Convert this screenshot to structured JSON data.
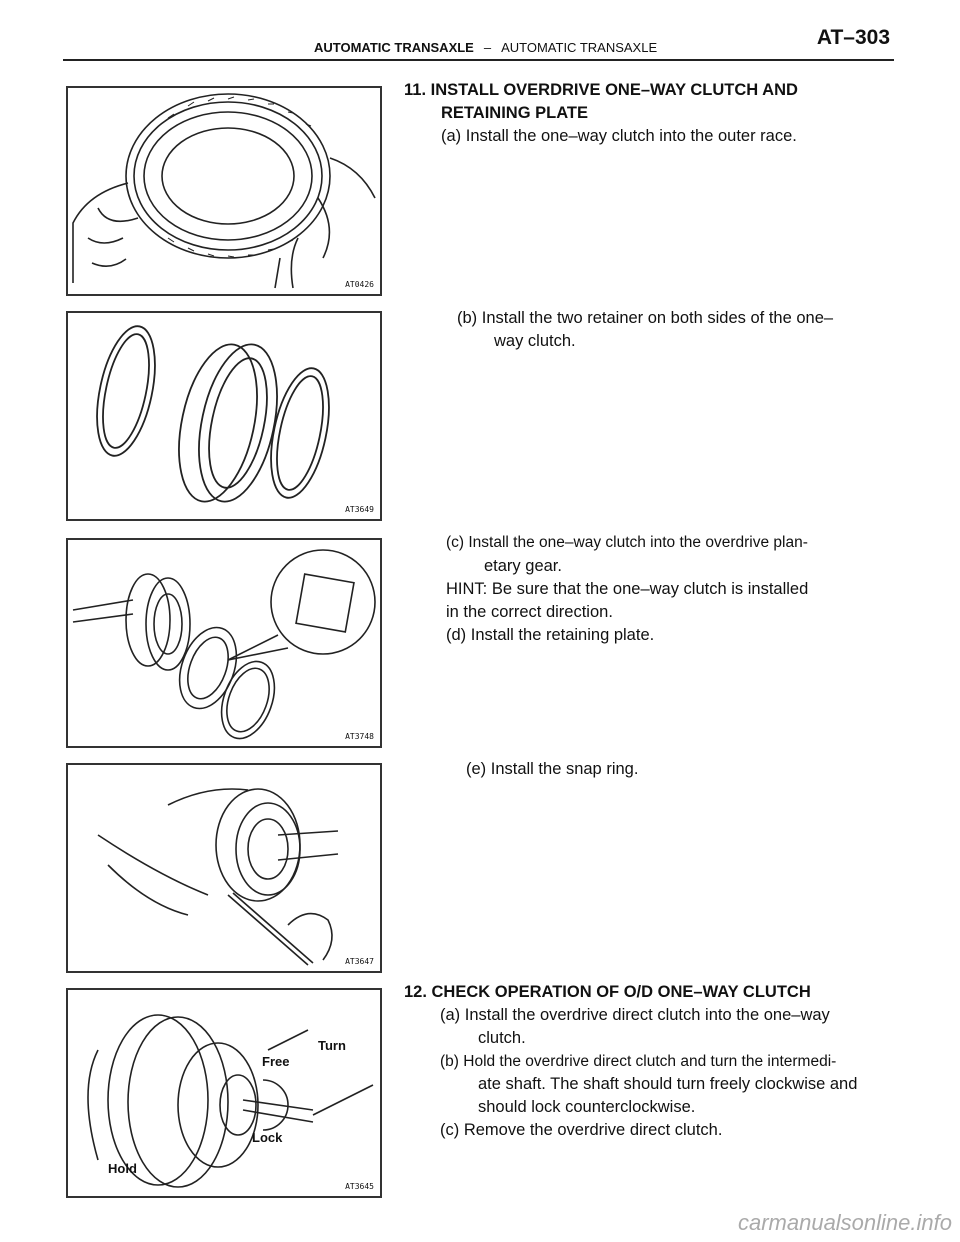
{
  "header": {
    "section": "AUTOMATIC TRANSAXLE",
    "separator": "–",
    "subsection": "AUTOMATIC TRANSAXLE",
    "page": "AT–303"
  },
  "figures": [
    {
      "code": "AT0426"
    },
    {
      "code": "AT3649"
    },
    {
      "code": "AT3748"
    },
    {
      "code": "AT3647"
    },
    {
      "code": "AT3645",
      "labels": {
        "turn": "Turn",
        "free": "Free",
        "lock": "Lock",
        "hold": "Hold"
      }
    }
  ],
  "step11": {
    "title_line1": "11. INSTALL OVERDRIVE ONE–WAY CLUTCH AND",
    "title_line2": "RETAINING PLATE",
    "a": "(a) Install the one–way clutch into the outer race.",
    "b_line1": "(b) Install the two retainer on both sides of the one–",
    "b_line2": "way clutch.",
    "c_line1": "(c) Install the one–way clutch into the overdrive plan-",
    "c_line2": "etary gear.",
    "hint_line1": "HINT: Be sure that the one–way clutch is installed",
    "hint_line2": "in the correct direction.",
    "d": "(d) Install the retaining plate.",
    "e": "(e) Install the snap ring."
  },
  "step12": {
    "title": "12. CHECK OPERATION OF O/D ONE–WAY CLUTCH",
    "a_line1": "(a)  Install  the  overdrive  direct  clutch  into  the  one–way",
    "a_line2": "clutch.",
    "b_line1": "(b) Hold the overdrive direct clutch and turn the intermedi-",
    "b_line2": "ate shaft. The shaft should turn freely clockwise and",
    "b_line3": "should lock counterclockwise.",
    "c": "(c) Remove the overdrive direct clutch."
  },
  "footer": "carmanualsonline.info"
}
